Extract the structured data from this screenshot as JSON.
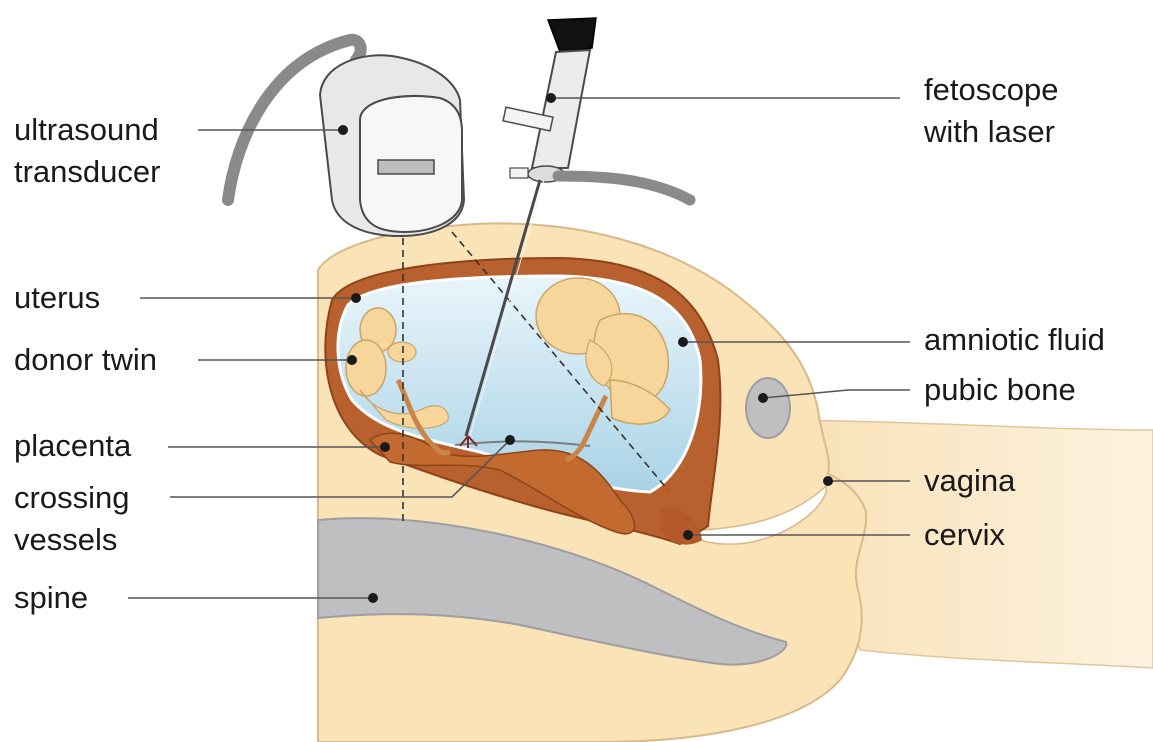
{
  "labels": {
    "ultrasound": [
      "ultrasound",
      "transducer"
    ],
    "fetoscope": [
      "fetoscope",
      "with laser"
    ],
    "uterus": "uterus",
    "donor_twin": "donor twin",
    "placenta": "placenta",
    "crossing_vessels": [
      "crossing",
      "vessels"
    ],
    "spine": "spine",
    "amniotic_fluid": "amniotic fluid",
    "pubic_bone": "pubic bone",
    "vagina": "vagina",
    "cervix": "cervix"
  },
  "colors": {
    "skin": "#fbe3b8",
    "skin_outline": "#d9b98a",
    "uterus_wall": "#b8602e",
    "amniotic_fluid": "#bfe0ee",
    "placenta": "#c26a2f",
    "fetus": "#f6d69a",
    "bone": "#bfbfc2",
    "device": "#e8e8e8",
    "cable": "#8a8a8a"
  }
}
